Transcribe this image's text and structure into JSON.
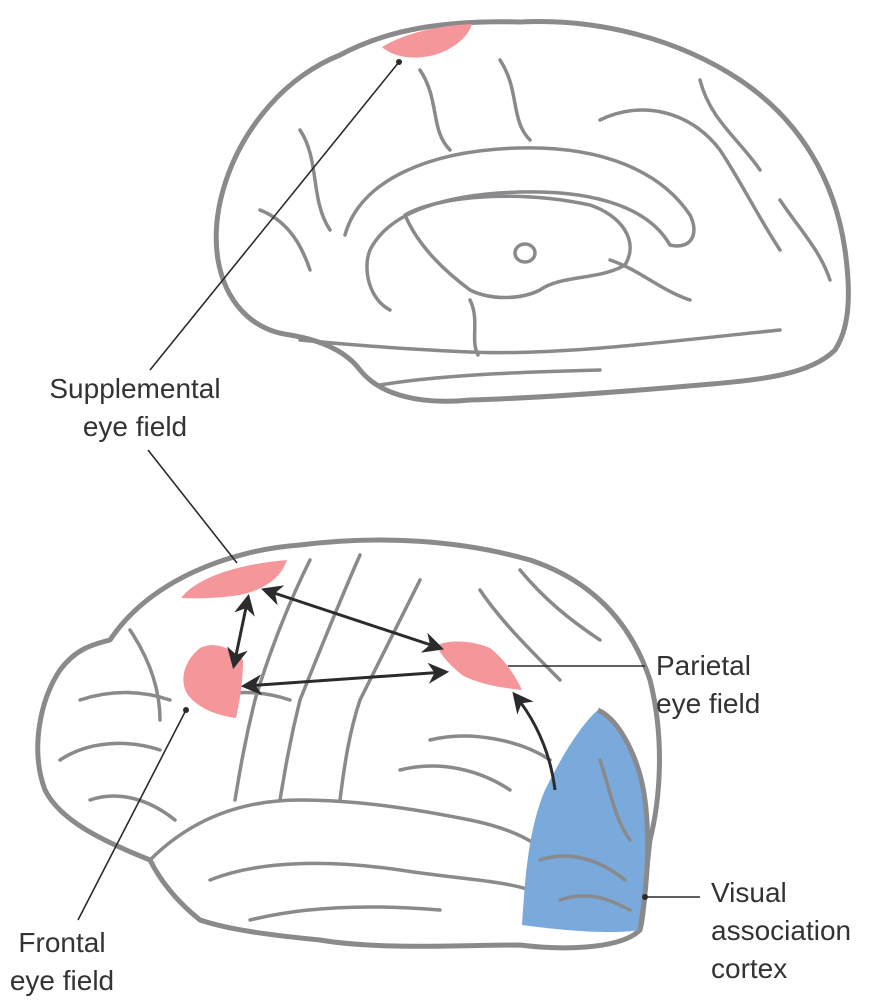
{
  "figure": {
    "title": "Cortical eye fields",
    "views": [
      "medial-view",
      "lateral-view"
    ],
    "colors": {
      "eye_field": "#f4969a",
      "visual_association": "#7aa9dc",
      "outline": "#8a8a8c",
      "leader": "#2b2b2b",
      "text": "#333333"
    },
    "labels": {
      "supplemental": {
        "line1": "Supplemental",
        "line2": "eye field"
      },
      "parietal": {
        "line1": "Parietal",
        "line2": "eye field"
      },
      "visual": {
        "line1": "Visual",
        "line2": "association",
        "line3": "cortex"
      },
      "frontal": {
        "line1": "Frontal",
        "line2": "eye field"
      }
    },
    "connections": [
      {
        "from": "supplemental eye field",
        "to": "frontal eye field",
        "type": "bidirectional"
      },
      {
        "from": "supplemental eye field",
        "to": "parietal eye field",
        "type": "bidirectional"
      },
      {
        "from": "frontal eye field",
        "to": "parietal eye field",
        "type": "bidirectional"
      },
      {
        "from": "visual association cortex",
        "to": "parietal eye field",
        "type": "unidirectional"
      }
    ]
  }
}
